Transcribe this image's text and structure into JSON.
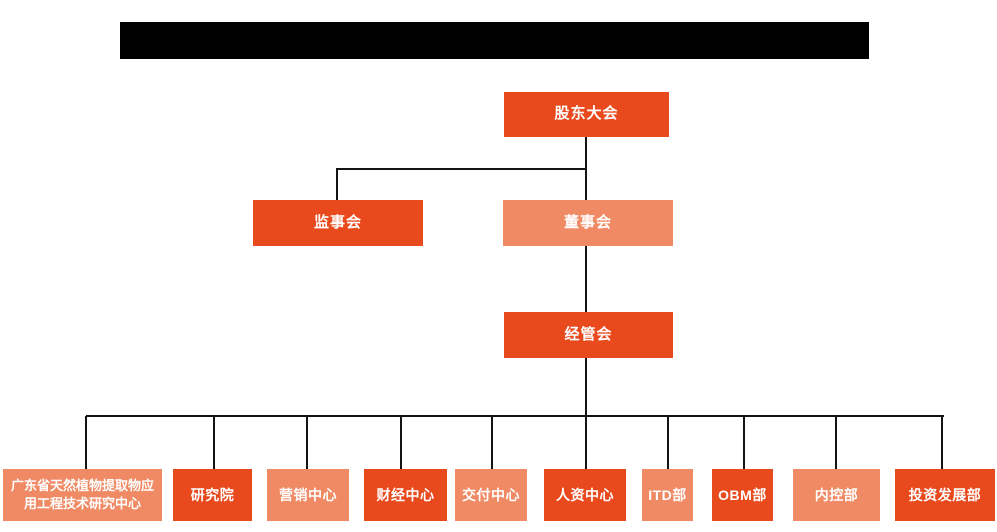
{
  "colors": {
    "primary": "#E8491D",
    "secondary": "#EF8A64",
    "line": "#141414",
    "bar": "#000000",
    "text": "#FFFFFF",
    "background": "#FFFFFF"
  },
  "org_chart": {
    "root": {
      "label": "股东大会"
    },
    "level2": [
      {
        "label": "监事会"
      },
      {
        "label": "董事会"
      }
    ],
    "level3": {
      "label": "经管会"
    },
    "departments": [
      {
        "label": "广东省天然植物提取物应用工程技术研究中心"
      },
      {
        "label": "研究院"
      },
      {
        "label": "营销中心"
      },
      {
        "label": "财经中心"
      },
      {
        "label": "交付中心"
      },
      {
        "label": "人资中心"
      },
      {
        "label": "ITD部"
      },
      {
        "label": "OBM部"
      },
      {
        "label": "内控部"
      },
      {
        "label": "投资发展部"
      }
    ]
  }
}
